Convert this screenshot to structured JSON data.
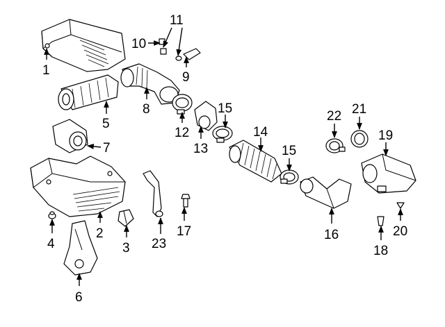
{
  "callouts": {
    "c1": "1",
    "c2": "2",
    "c3": "3",
    "c4": "4",
    "c5": "5",
    "c6": "6",
    "c7": "7",
    "c8": "8",
    "c9": "9",
    "c10": "10",
    "c11": "11",
    "c12": "12",
    "c13": "13",
    "c14": "14",
    "c15a": "15",
    "c15b": "15",
    "c16": "16",
    "c17": "17",
    "c18": "18",
    "c19": "19",
    "c20": "20",
    "c21": "21",
    "c22": "22",
    "c23": "23"
  }
}
